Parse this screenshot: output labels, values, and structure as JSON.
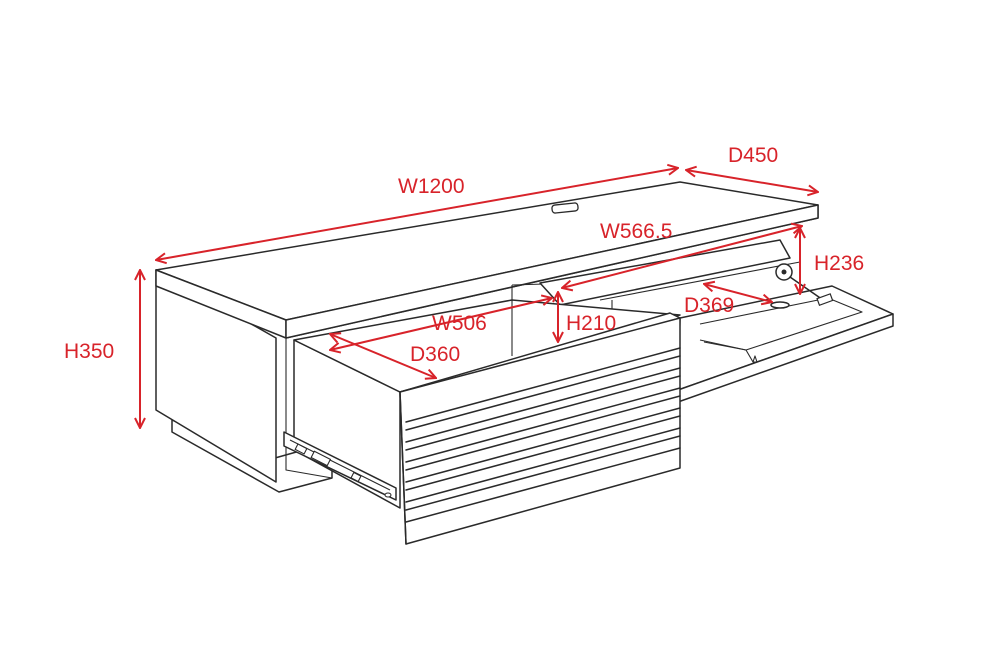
{
  "dimensions": {
    "overall_width": "W1200",
    "overall_depth": "D450",
    "overall_height": "H350",
    "shelf_width": "W566.5",
    "shelf_height": "H236",
    "shelf_depth": "D369",
    "drawer_width": "W506",
    "drawer_height": "H210",
    "drawer_depth": "D360"
  },
  "colors": {
    "dimension": "#d8232a",
    "outline": "#2a2a2a",
    "background": "#ffffff"
  }
}
